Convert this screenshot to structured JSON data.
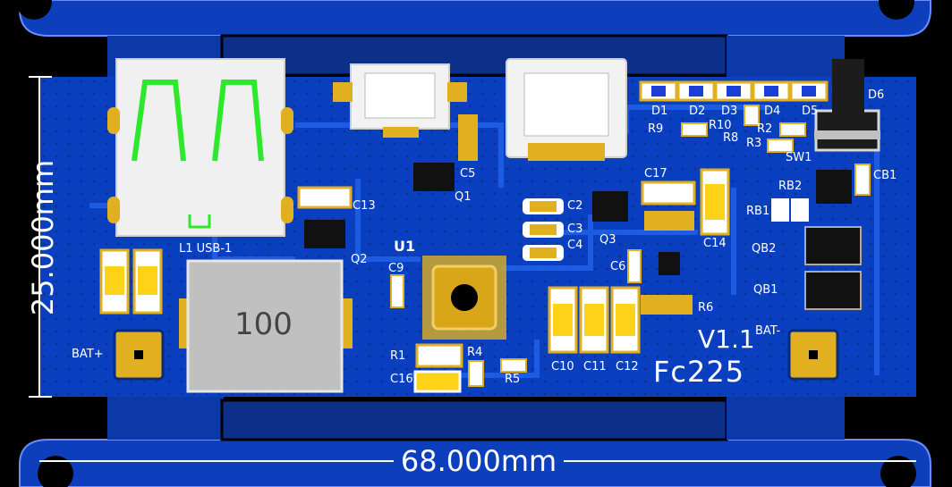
{
  "board": {
    "dim_height": "25.000mm",
    "dim_width": "68.000mm",
    "version": "V1.1",
    "name": "Fc225",
    "inductor_value": "100"
  },
  "labels": {
    "d1": "D1",
    "d2": "D2",
    "d3": "D3",
    "d4": "D4",
    "d5": "D5",
    "d6": "D6",
    "r1": "R1",
    "r2": "R2",
    "r3": "R3",
    "r4": "R4",
    "r5": "R5",
    "r6": "R6",
    "r8": "R8",
    "r9": "R9",
    "r10": "R10",
    "c2": "C2",
    "c3": "C3",
    "c4": "C4",
    "c5": "C5",
    "c6": "C6",
    "c9": "C9",
    "c10": "C10",
    "c11": "C11",
    "c12": "C12",
    "c13": "C13",
    "c14": "C14",
    "c16": "C16",
    "c17": "C17",
    "q1": "Q1",
    "q2": "Q2",
    "q3": "Q3",
    "u1": "U1",
    "sw1": "SW1",
    "cb1": "CB1",
    "rb1": "RB1",
    "rb2": "RB2",
    "qb1": "QB1",
    "qb2": "QB2",
    "l1_usb": "L1 USB-1",
    "bat_plus": "BAT+",
    "bat_minus": "BAT-"
  },
  "colors": {
    "board": "#0a3fbf",
    "board_dark": "#0630a0",
    "trace": "#1a56d8",
    "pad_gold": "#e0b020",
    "pad_yellow": "#ffd21a",
    "silk": "#ffffff",
    "frame": "#0d3fbd"
  }
}
